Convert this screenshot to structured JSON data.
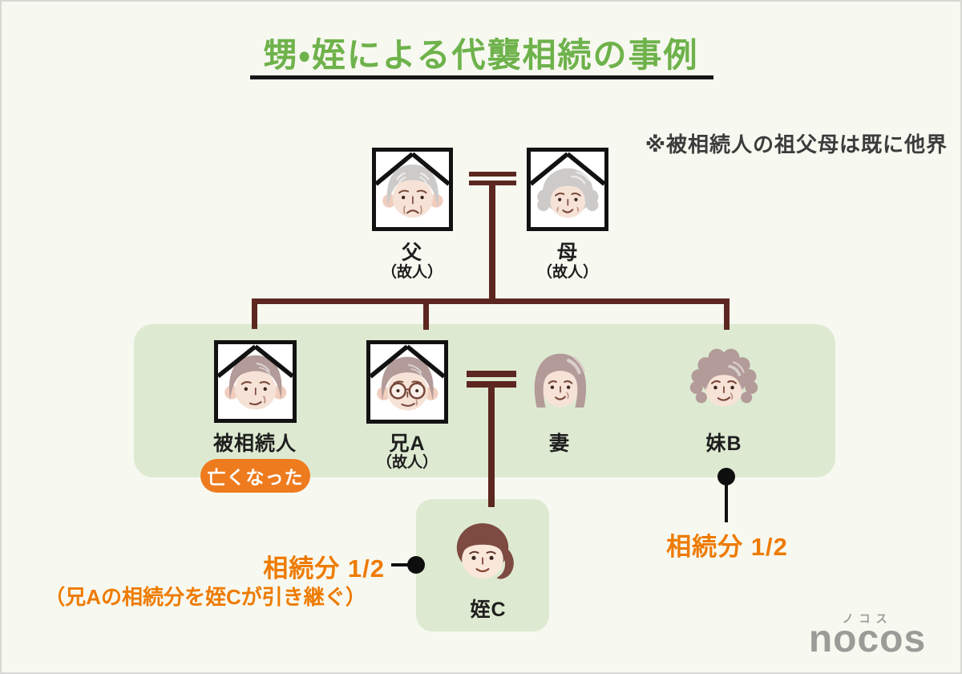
{
  "title": "甥・姪による代襲相続の事例",
  "note": "※被相続人の祖父母は既に他界",
  "family": {
    "father": {
      "name": "父",
      "status": "（故人）"
    },
    "mother": {
      "name": "母",
      "status": "（故人）"
    },
    "decedent": {
      "name": "被相続人",
      "badge": "亡くなった"
    },
    "brother": {
      "name": "兄A",
      "status": "（故人）"
    },
    "wife": {
      "name": "妻"
    },
    "sister": {
      "name": "妹B"
    },
    "niece": {
      "name": "姪C"
    }
  },
  "annotations": {
    "niece_share": {
      "label": "相続分 1/2",
      "note": "（兄Aの相続分を姪Cが引き継ぐ）"
    },
    "sister_share": {
      "label": "相続分 1/2"
    }
  },
  "logo": {
    "kana": "ノコス",
    "name": "nocos"
  },
  "colors": {
    "title_green": "#6EB24B",
    "line_brown": "#5C2720",
    "panel_green": "#DDEAD1",
    "accent_orange": "#EE7B1E",
    "background": "#F7F8F0",
    "logo_gray": "#9B9B97"
  }
}
